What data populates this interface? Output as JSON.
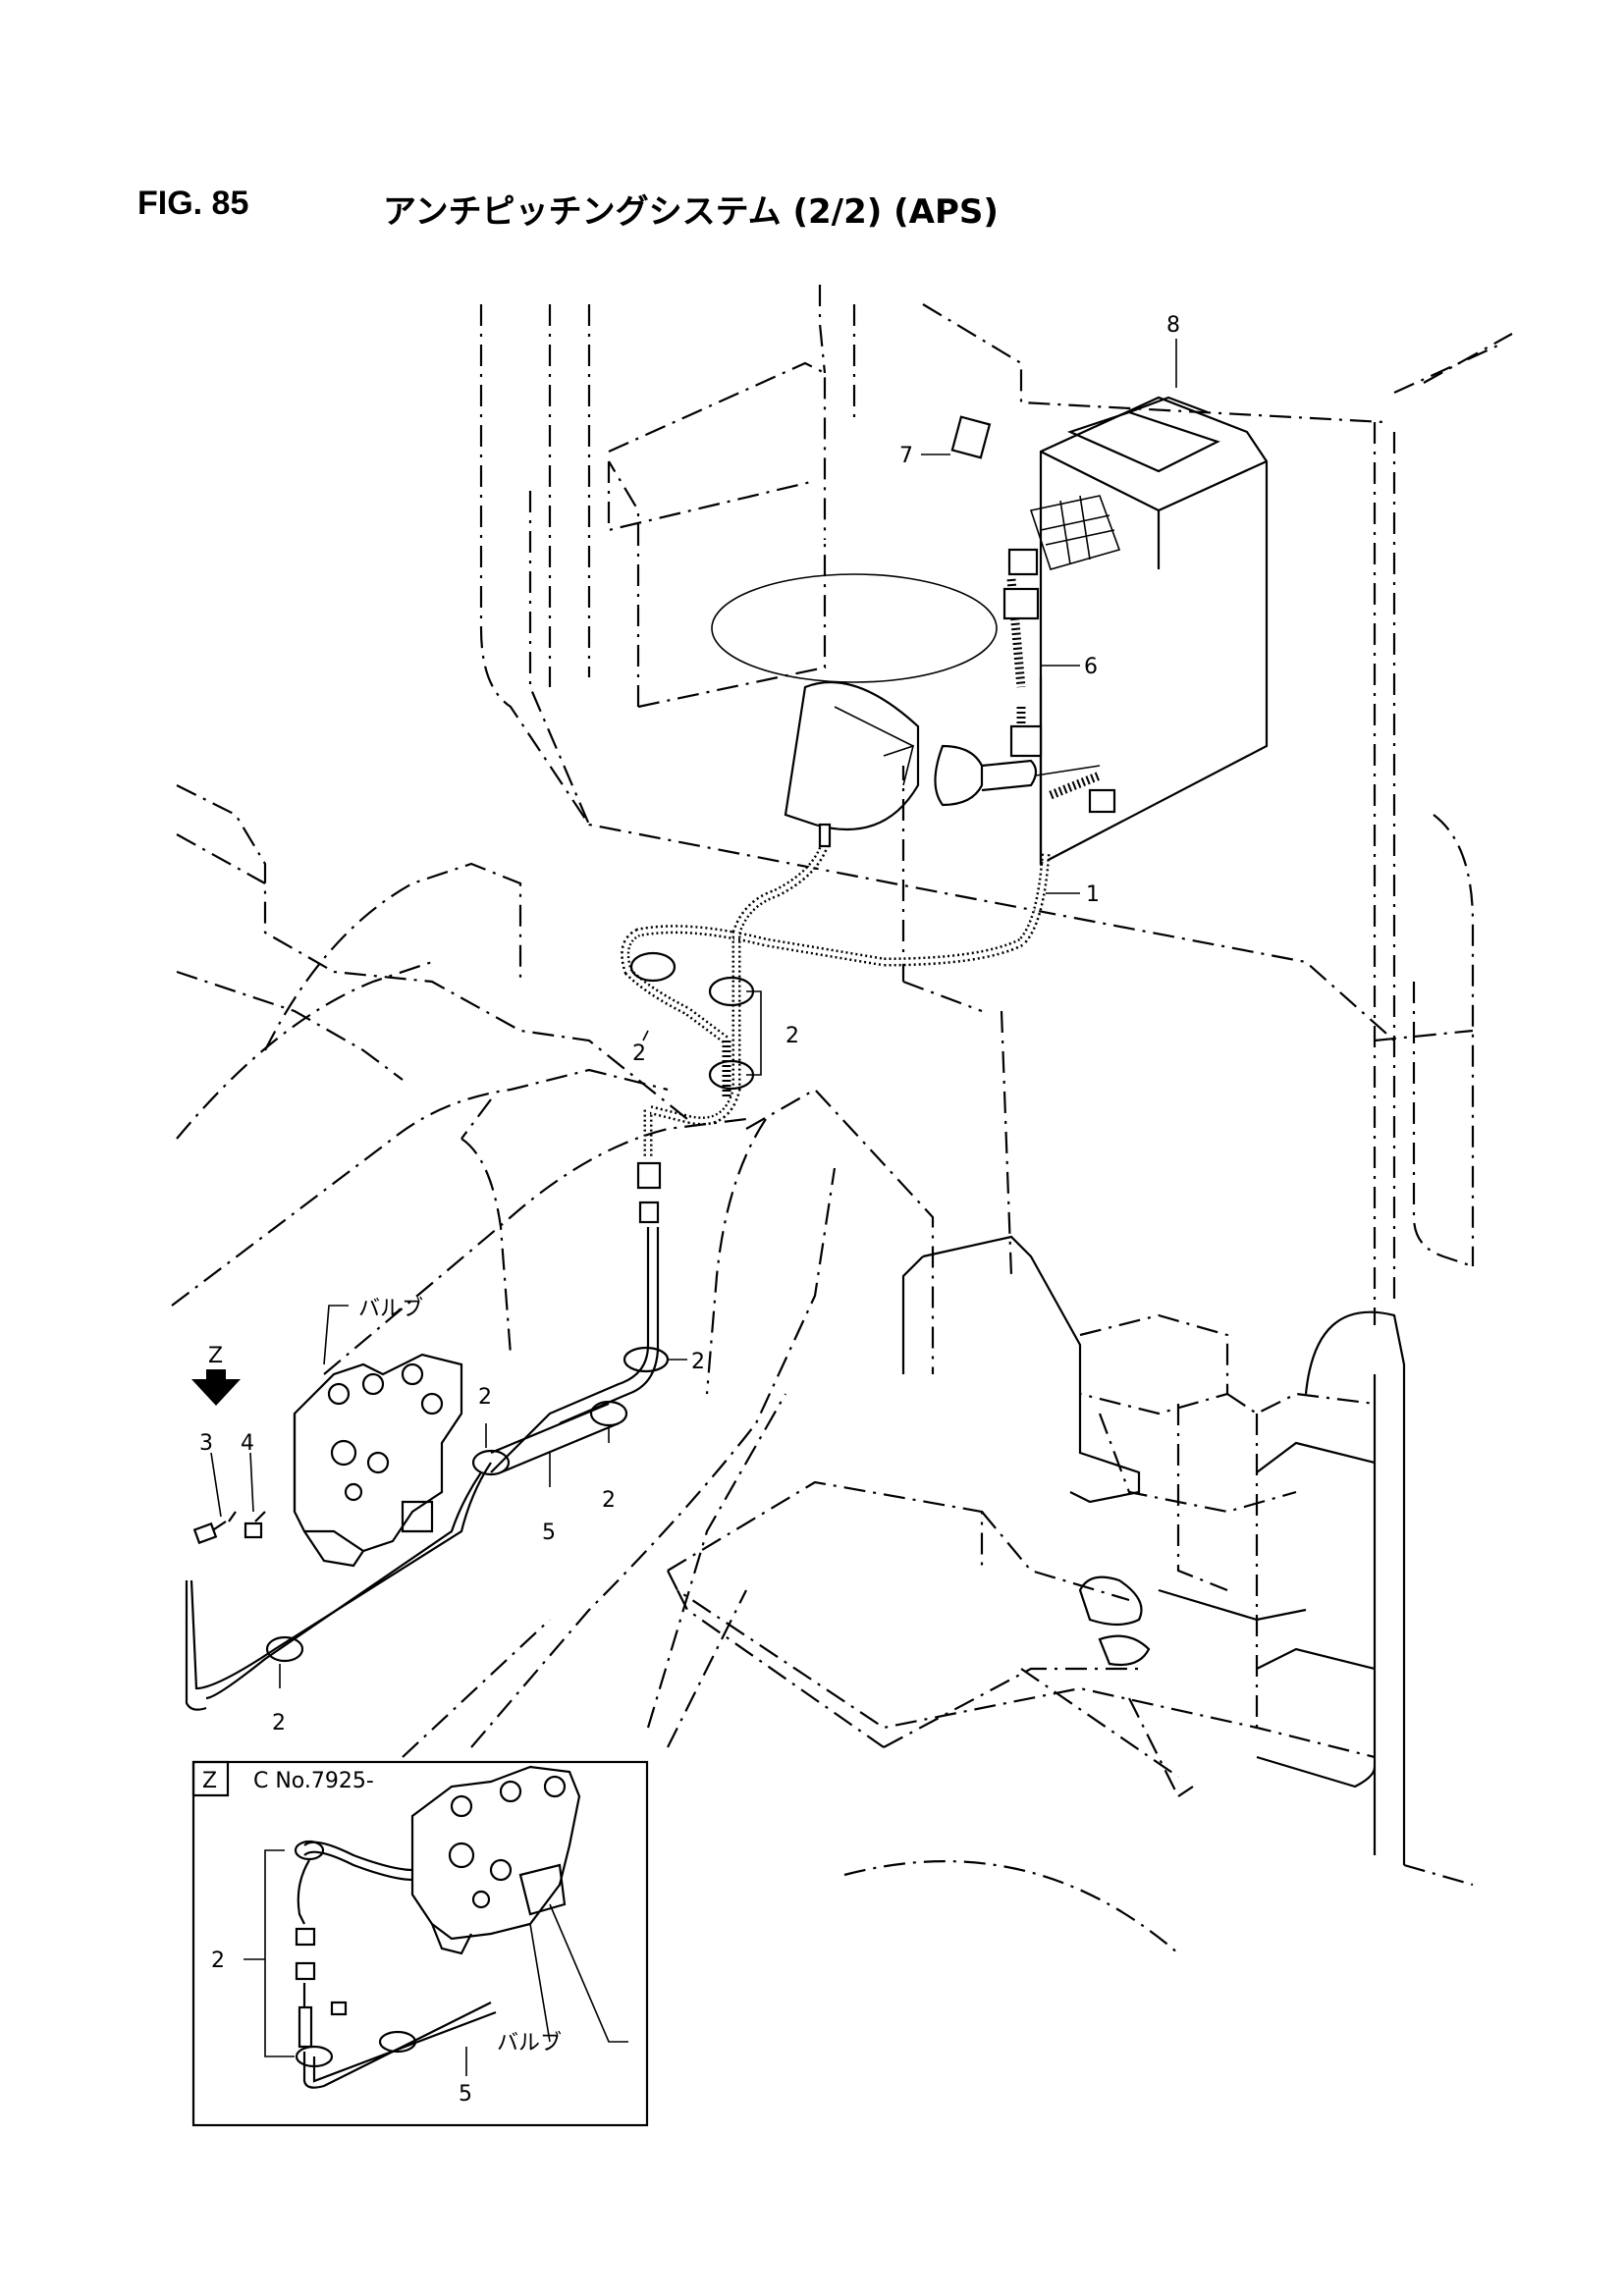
{
  "header": {
    "fig_number": "FIG. 85",
    "fig_title": "アンチピッチングシステム (2/2) (APS)"
  },
  "callouts": {
    "c1": "1",
    "c2_top_left": "2",
    "c2_top_right": "2",
    "c2_mid": "2",
    "c2_valve_a": "2",
    "c2_valve_b": "2",
    "c2_bottom": "2",
    "c3": "3",
    "c4": "4",
    "c5": "5",
    "c6": "6",
    "c7": "7",
    "c8": "8",
    "valve_label": "バルブ",
    "view_arrow_label": "Z"
  },
  "inset": {
    "view_label": "Z",
    "serial_range": "C No.7925-",
    "callout_2": "2",
    "callout_5": "5",
    "valve_label": "バルブ"
  }
}
